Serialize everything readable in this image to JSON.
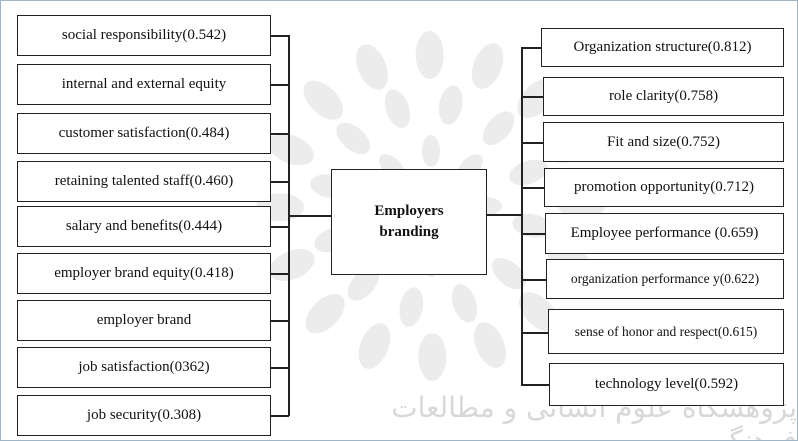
{
  "center": {
    "line1": "Employers",
    "line2": "branding"
  },
  "left_factors": [
    "social responsibility(0.542)",
    "internal and external equity",
    "customer satisfaction(0.484)",
    "retaining talented staff(0.460)",
    "salary and benefits(0.444)",
    "employer brand equity(0.418)",
    "employer brand",
    "job satisfaction(0362)",
    "job security(0.308)"
  ],
  "right_factors": [
    "Organization structure(0.812)",
    "role clarity(0.758)",
    "Fit and size(0.752)",
    "promotion opportunity(0.712)",
    "Employee performance (0.659)",
    "organization performance y(0.622)",
    "sense of honor and respect(0.615)",
    "technology level(0.592)"
  ],
  "watermark": {
    "text": "پژوهشگاه علوم انسانی و مطالعات فرهنگی",
    "color": "#d8d8d8"
  },
  "colors": {
    "border": "#222222",
    "frame": "#9fb6c9"
  }
}
